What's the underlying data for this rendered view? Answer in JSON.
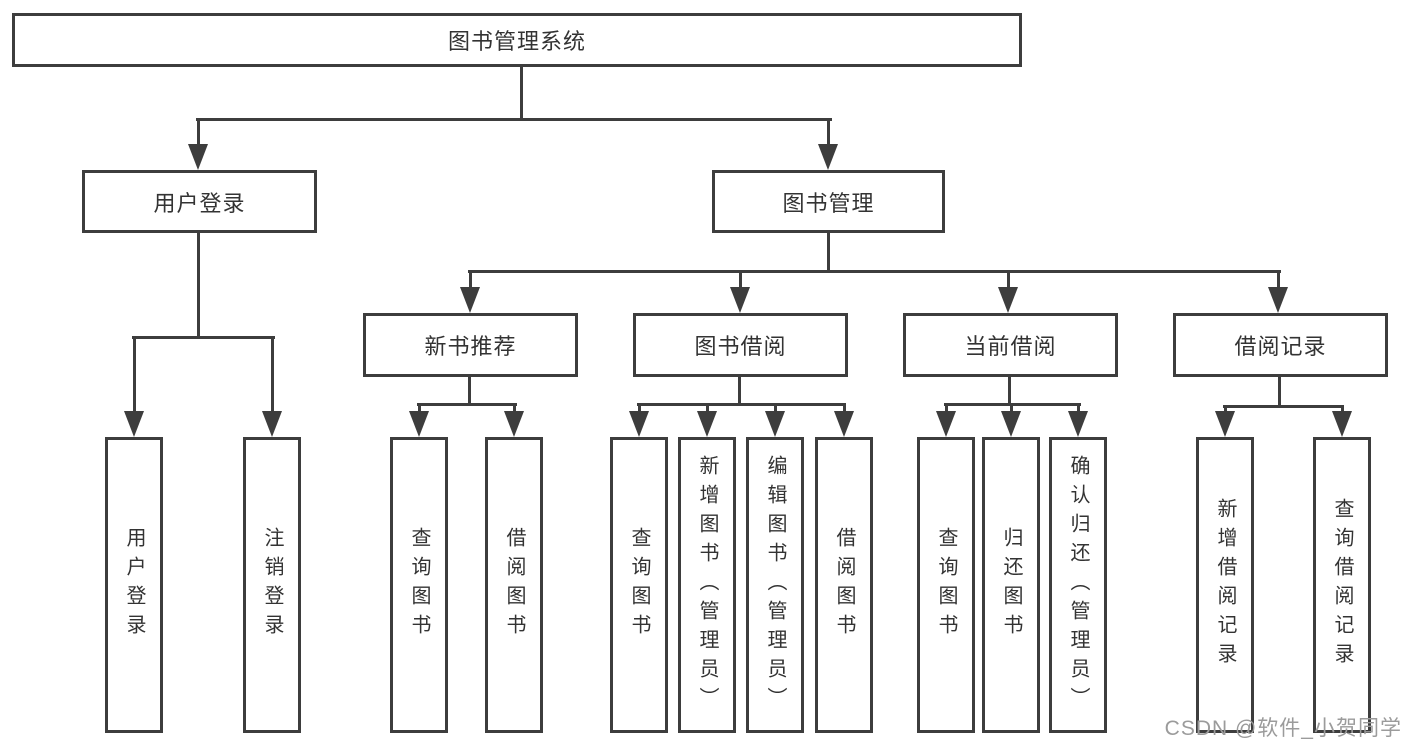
{
  "diagram": {
    "title": "图书管理系统",
    "branches": [
      {
        "label": "用户登录",
        "children": [
          {
            "label": "用户登录"
          },
          {
            "label": "注销登录"
          }
        ]
      },
      {
        "label": "图书管理",
        "children": [
          {
            "label": "新书推荐",
            "children": [
              {
                "label": "查询图书"
              },
              {
                "label": "借阅图书"
              }
            ]
          },
          {
            "label": "图书借阅",
            "children": [
              {
                "label": "查询图书"
              },
              {
                "label": "新增图书（管理员）"
              },
              {
                "label": "编辑图书（管理员）"
              },
              {
                "label": "借阅图书"
              }
            ]
          },
          {
            "label": "当前借阅",
            "children": [
              {
                "label": "查询图书"
              },
              {
                "label": "归还图书"
              },
              {
                "label": "确认归还（管理员）"
              }
            ]
          },
          {
            "label": "借阅记录",
            "children": [
              {
                "label": "新增借阅记录"
              },
              {
                "label": "查询借阅记录"
              }
            ]
          }
        ]
      }
    ]
  },
  "watermark": {
    "text": "CSDN @软件_小贺同学"
  },
  "colors": {
    "line": "#3d3d3d",
    "text": "#333333",
    "watermark": "#9b9b9b",
    "background": "#ffffff"
  }
}
